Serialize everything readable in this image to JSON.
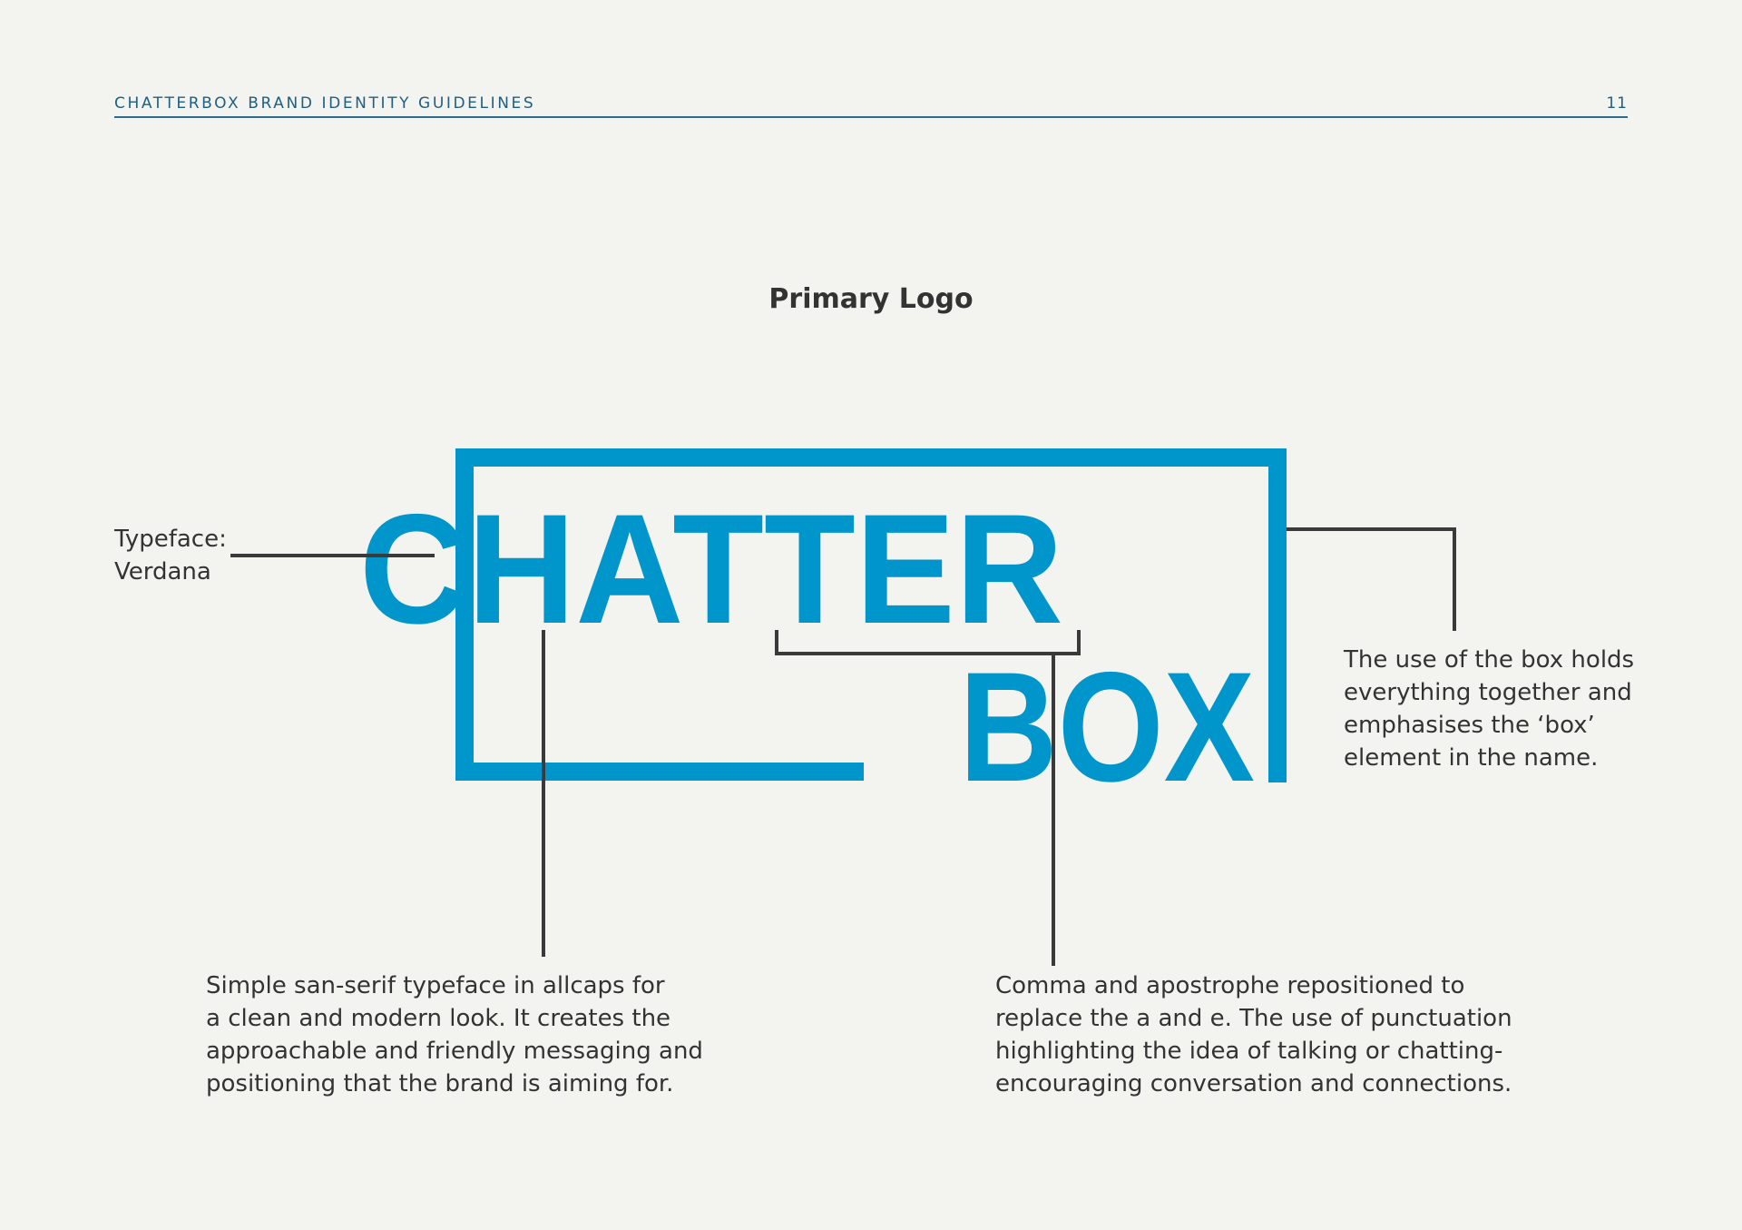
{
  "header": {
    "title": "CHATTERBOX BRAND IDENTITY GUIDELINES",
    "page_number": "11"
  },
  "section": {
    "title": "Primary Logo"
  },
  "logo": {
    "line1": "CHATTER",
    "line2": "BOX",
    "color": "#0096cc",
    "line_color": "#3a3a3a"
  },
  "callouts": {
    "typeface": {
      "lines": [
        "Typeface:",
        "Verdana"
      ]
    },
    "box": {
      "lines": [
        "The use of the box holds",
        "everything together and",
        "emphasises the ‘box’",
        "element in the name."
      ]
    },
    "typeface_desc": {
      "lines": [
        "Simple san-serif typeface in allcaps for",
        "a clean and modern look. It creates the",
        "approachable and friendly messaging and",
        "positioning that the brand is aiming for."
      ]
    },
    "punctuation": {
      "lines": [
        "Comma and apostrophe repositioned to",
        "replace the a and e. The use of punctuation",
        "highlighting the idea of talking or chatting-",
        "encouraging conversation and connections."
      ]
    }
  }
}
